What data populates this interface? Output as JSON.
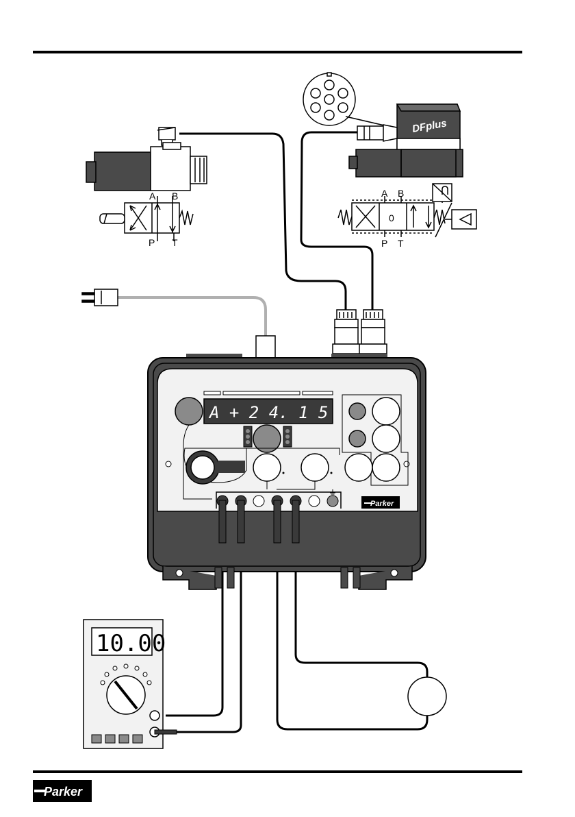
{
  "valve_left": {
    "port_a": "A",
    "port_b": "B",
    "port_p": "P",
    "port_t": "T"
  },
  "valve_right": {
    "brand_label": "DFplus",
    "port_a": "A",
    "port_b": "B",
    "port_p": "P",
    "port_t": "T",
    "center_position": "0"
  },
  "tester": {
    "display_text": "A + 2 4. 1 5     V",
    "brand": "Parker"
  },
  "multimeter": {
    "display_value": "10.00"
  },
  "footer": {
    "brand": "Parker"
  },
  "colors": {
    "line": "#000000",
    "tester_face": "#f2f2f2",
    "tester_lower": "#4a4a4a",
    "display_bg": "#3a3a3a",
    "knob_gray": "#8a8a8a",
    "power_cable": "#b0b0b0"
  }
}
